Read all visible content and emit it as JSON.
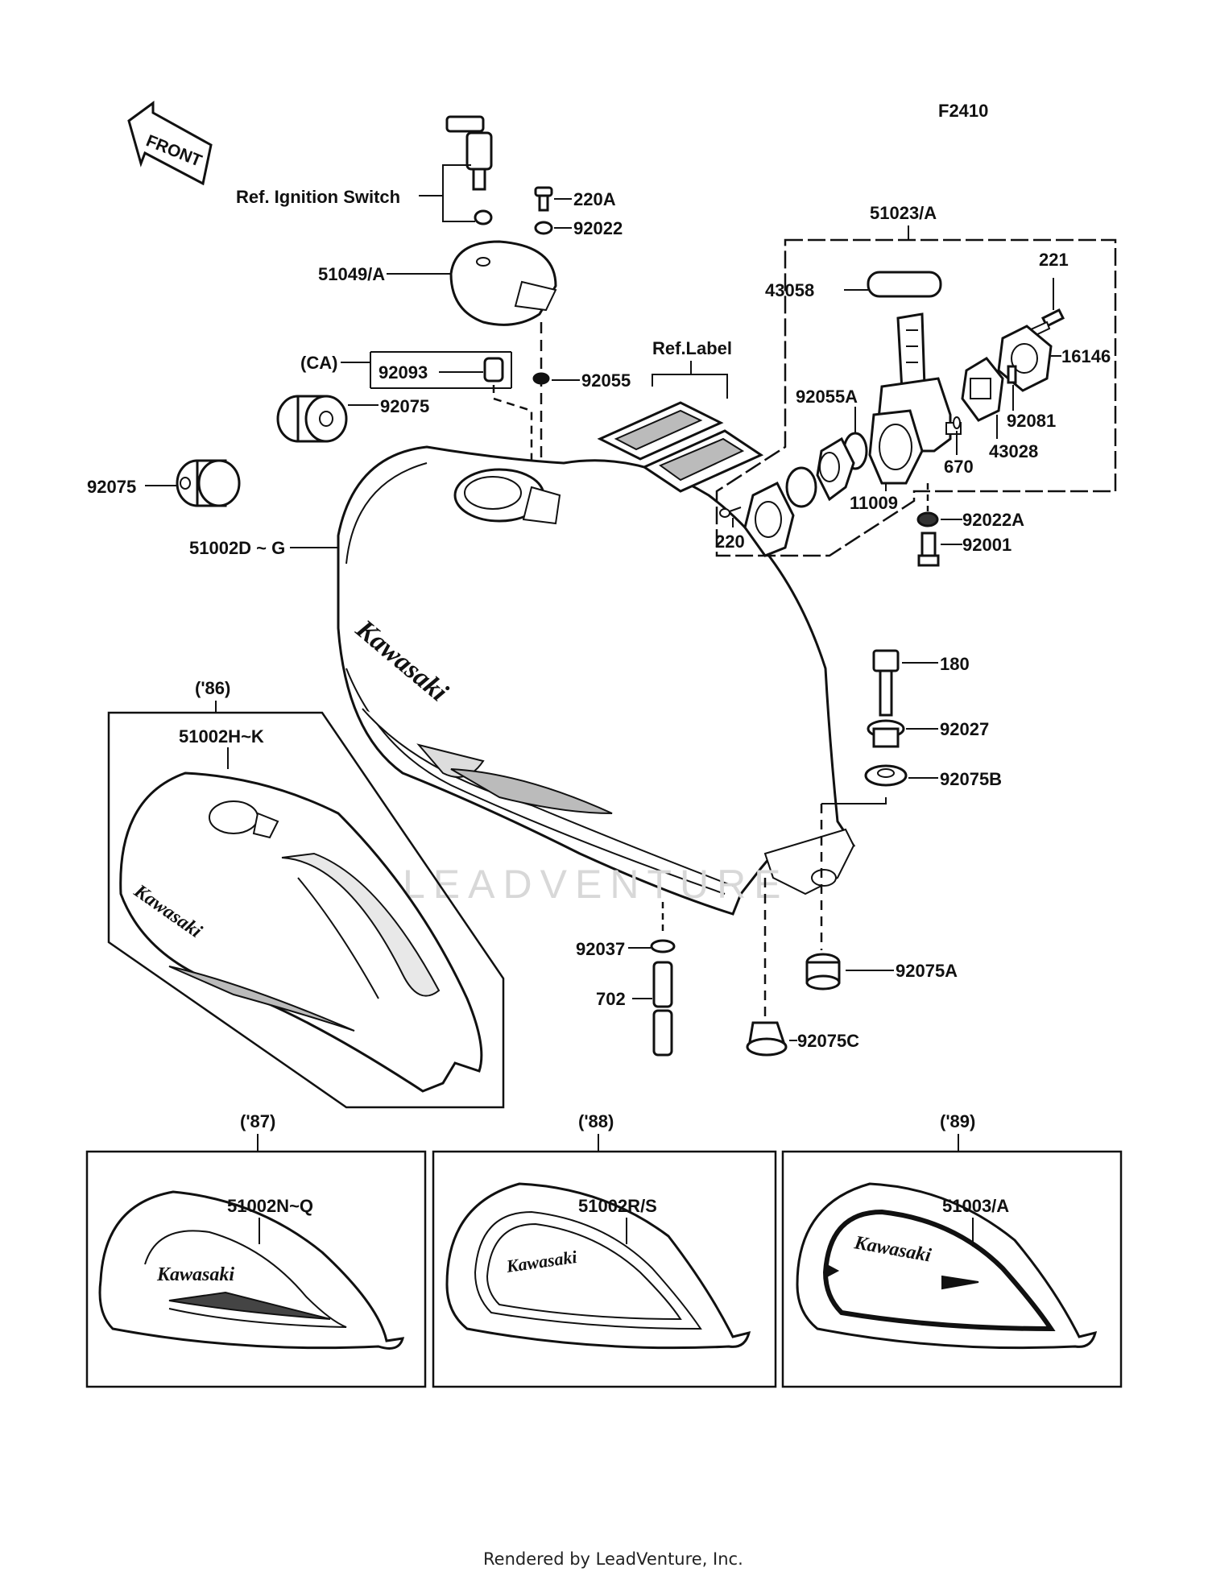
{
  "figure_code": "F2410",
  "front_arrow": "FRONT",
  "brand": "Kawasaki",
  "watermark": "LEADVENTURE",
  "footer": "Rendered by LeadVenture, Inc.",
  "labels": {
    "ref_ignition": "Ref. Ignition Switch",
    "p220A": "220A",
    "p92022": "92022",
    "p51049A": "51049/A",
    "pCA": "(CA)",
    "p92093": "92093",
    "p92055": "92055",
    "p92075_a": "92075",
    "p92075_b": "92075",
    "p51002DG": "51002D ~ G",
    "ref_label": "Ref.Label",
    "p51023A": "51023/A",
    "p43058": "43058",
    "p221": "221",
    "p16146": "16146",
    "p92055A": "92055A",
    "p92081": "92081",
    "p43028": "43028",
    "p670": "670",
    "p11009": "11009",
    "p220": "220",
    "p92022A": "92022A",
    "p92001": "92001",
    "p180": "180",
    "p92027": "92027",
    "p92075B": "92075B",
    "y86": "('86)",
    "p51002HK": "51002H~K",
    "p92037": "92037",
    "p702": "702",
    "p92075A": "92075A",
    "p92075C": "92075C",
    "y87": "('87)",
    "p51002NQ": "51002N~Q",
    "y88": "('88)",
    "p51002RS": "51002R/S",
    "y89": "('89)",
    "p51003A": "51003/A"
  }
}
